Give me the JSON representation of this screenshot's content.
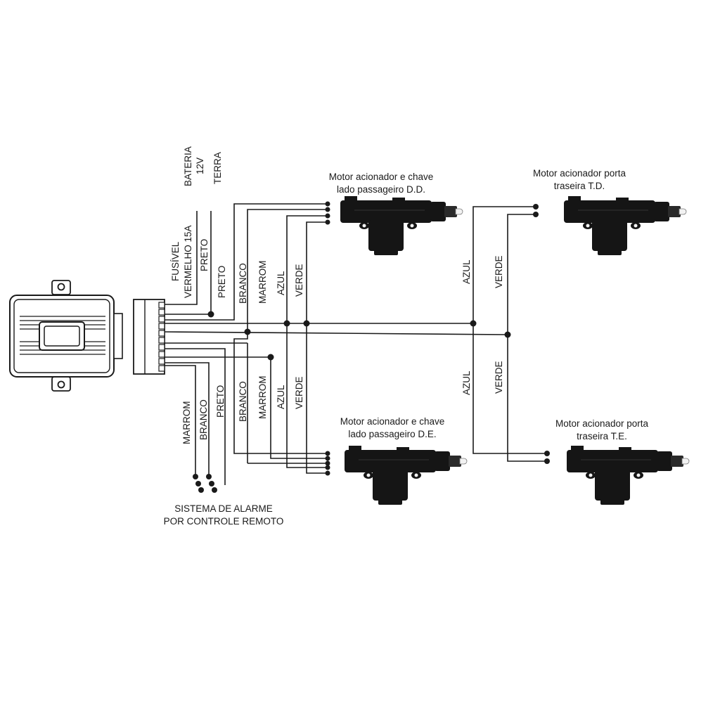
{
  "top_left_labels": {
    "bateria": "BATERIA",
    "v12": "12V",
    "terra": "TERRA",
    "fusivel": "FUSÍVEL",
    "vermelho": "VERMELHO 15A",
    "preto_a": "PRETO",
    "preto_b": "PRETO"
  },
  "wire_labels_top": [
    "BRANCO",
    "MARROM",
    "AZUL",
    "VERDE"
  ],
  "wire_labels_bottom": [
    "BRANCO",
    "MARROM",
    "AZUL",
    "VERDE"
  ],
  "wire_labels_right_top": [
    "AZUL",
    "VERDE"
  ],
  "wire_labels_right_bottom": [
    "AZUL",
    "VERDE"
  ],
  "alarm_wires": [
    "MARROM",
    "BRANCO",
    "PRETO"
  ],
  "alarm_caption": [
    "SISTEMA DE ALARME",
    "POR CONTROLE REMOTO"
  ],
  "motors": {
    "dd": [
      "Motor acionador e chave",
      "lado passageiro D.D."
    ],
    "td": [
      "Motor acionador porta",
      "traseira T.D."
    ],
    "de": [
      "Motor acionador e chave",
      "lado passageiro D.E."
    ],
    "te": [
      "Motor acionador porta",
      "traseira T.E."
    ]
  },
  "colors": {
    "ink": "#1a1a1a",
    "motor": "#151515",
    "tip": "#f2f2f2"
  },
  "icons": [
    "control-module-icon",
    "connector-icon",
    "door-lock-actuator-icon"
  ]
}
